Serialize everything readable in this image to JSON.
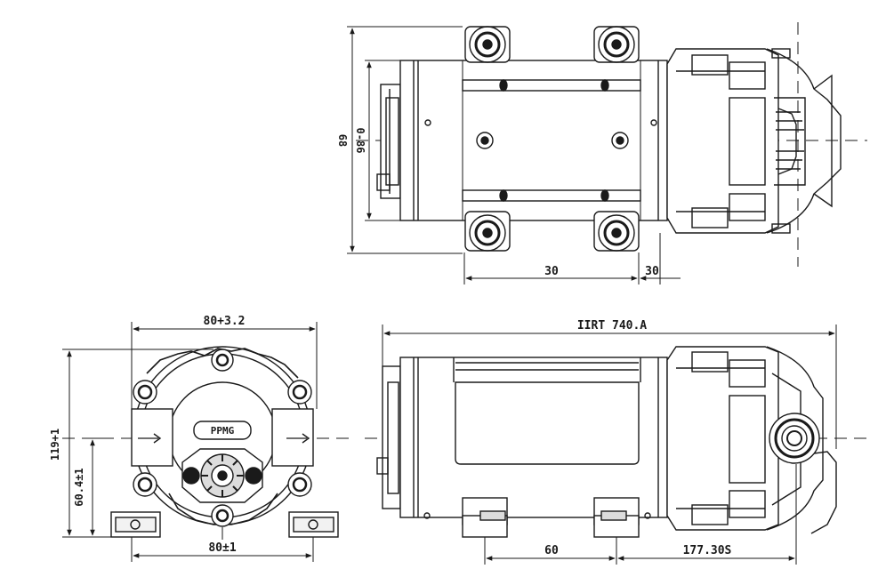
{
  "colors": {
    "background": "#ffffff",
    "line": "#1a1a1a",
    "fill_light": "#f2f2f2",
    "fill_mid": "#dcdcdc",
    "fill_dark": "#2b2b2b"
  },
  "top_view": {
    "dim_height_outer": "68",
    "dim_height_inner": "0-86",
    "dim_mount_spacing": "30",
    "dim_right_offset": "30"
  },
  "front_view": {
    "dim_width_top": "80+3.2",
    "dim_width_bottom": "80±1",
    "dim_height_outer": "119+1",
    "dim_height_inner": "60.4±1",
    "label": "PPMG"
  },
  "side_view": {
    "dim_overall_length": "IIRT 740.A",
    "dim_mount_spacing": "60",
    "dim_right_length": "177.30S"
  }
}
